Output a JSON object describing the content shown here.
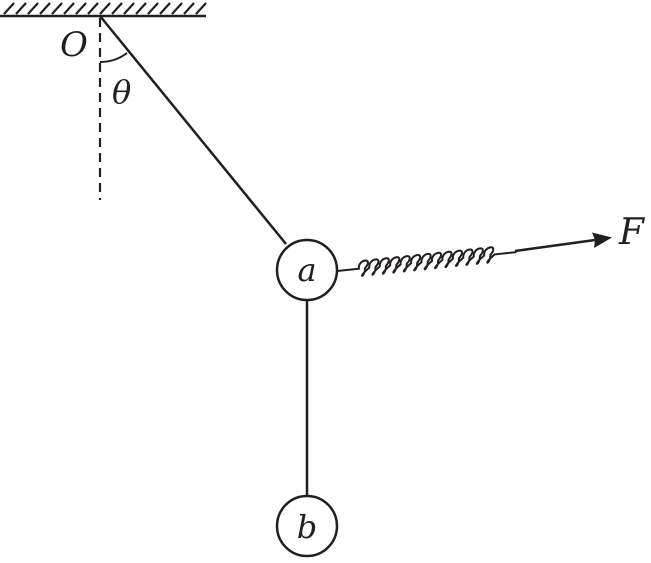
{
  "labels": {
    "pivot": "O",
    "angle": "θ",
    "ball_a": "a",
    "ball_b": "b",
    "force": "F"
  },
  "colors": {
    "ink": "#231f20",
    "background": "#ffffff"
  }
}
